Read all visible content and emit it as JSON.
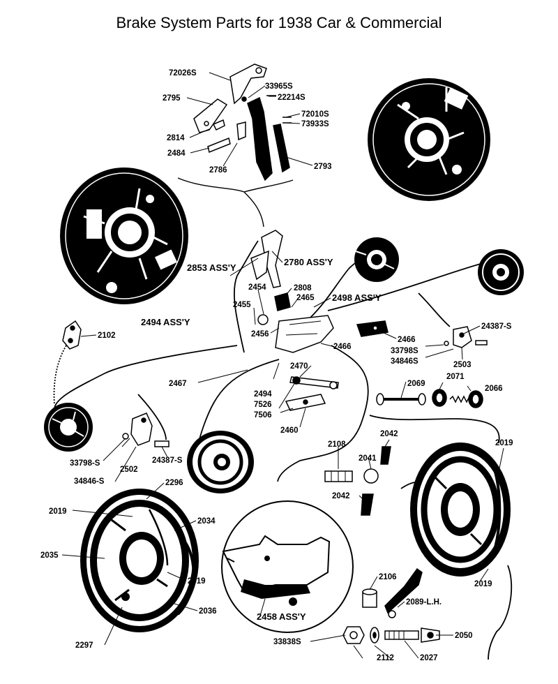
{
  "title": "Brake System Parts for 1938 Car & Commercial",
  "labels": {
    "l72026S": "72026S",
    "l33965S": "33965S",
    "l22214S": "22214S",
    "l2795": "2795",
    "l72010S": "72010S",
    "l73933S": "73933S",
    "l2814": "2814",
    "l2484": "2484",
    "l2786": "2786",
    "l2793": "2793",
    "l2853": "2853 ASS'Y",
    "l2780": "2780 ASS'Y",
    "l2454": "2454",
    "l2808": "2808",
    "l2465": "2465",
    "l2498": "2498 ASS'Y",
    "l2455": "2455",
    "l2456": "2456",
    "l2494a": "2494 ASS'Y",
    "l2102": "2102",
    "l2466a": "2466",
    "l2466b": "2466",
    "l24387Sa": "24387-S",
    "l33798Sa": "33798S",
    "l34846Sa": "34846S",
    "l2503": "2503",
    "l2467": "2467",
    "l2470": "2470",
    "l2494b": "2494",
    "l7526": "7526",
    "l7506": "7506",
    "l2460": "2460",
    "l2069": "2069",
    "l2071": "2071",
    "l2066": "2066",
    "l33798Sb": "33798-S",
    "l2502": "2502",
    "l24387Sb": "24387-S",
    "l34846Sb": "34846-S",
    "l2108": "2108",
    "l2042a": "2042",
    "l2041": "2041",
    "l2042b": "2042",
    "l2019a": "2019",
    "l2296": "2296",
    "l2019b": "2019",
    "l2034": "2034",
    "l2035": "2035",
    "l2019c": "2019",
    "l2036": "2036",
    "l2019d": "2019",
    "l2106": "2106",
    "l2089": "2089-L.H.",
    "l2297": "2297",
    "l2458": "2458 ASS'Y",
    "l33838S": "33838S",
    "l2050": "2050",
    "l2112": "2112",
    "l2027": "2027"
  }
}
